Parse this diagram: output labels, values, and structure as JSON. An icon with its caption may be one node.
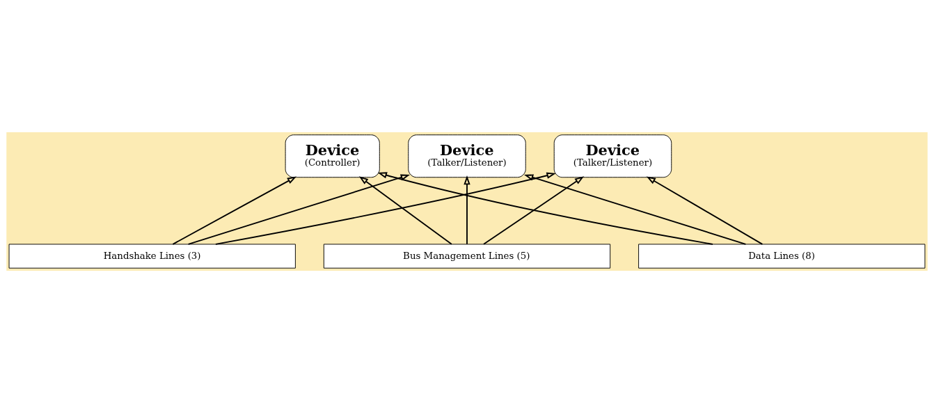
{
  "diagram": {
    "nodes": [
      {
        "text": [
          "Device",
          "(Controller)"
        ]
      },
      {
        "text": [
          "Device",
          "(Talker/Listener)"
        ]
      },
      {
        "text": [
          "Device",
          "(Talker/Listener)"
        ]
      },
      {
        "text": [
          "Handshake Lines (3)"
        ]
      },
      {
        "text": [
          "Bus Management Lines (5)"
        ]
      },
      {
        "text": [
          "Data Lines (8)"
        ]
      }
    ],
    "edges": [
      {
        "from": 5,
        "to": 0,
        "arrow": "to"
      },
      {
        "from": 4,
        "to": 0,
        "arrow": "to"
      },
      {
        "from": 3,
        "to": 0,
        "arrow": "to"
      },
      {
        "from": 5,
        "to": 1,
        "arrow": "to"
      },
      {
        "from": 4,
        "to": 1,
        "arrow": "to"
      },
      {
        "from": 3,
        "to": 1,
        "arrow": "to"
      },
      {
        "from": 5,
        "to": 2,
        "arrow": "to"
      },
      {
        "from": 4,
        "to": 2,
        "arrow": "to"
      },
      {
        "from": 3,
        "to": 2,
        "arrow": "to"
      }
    ]
  }
}
